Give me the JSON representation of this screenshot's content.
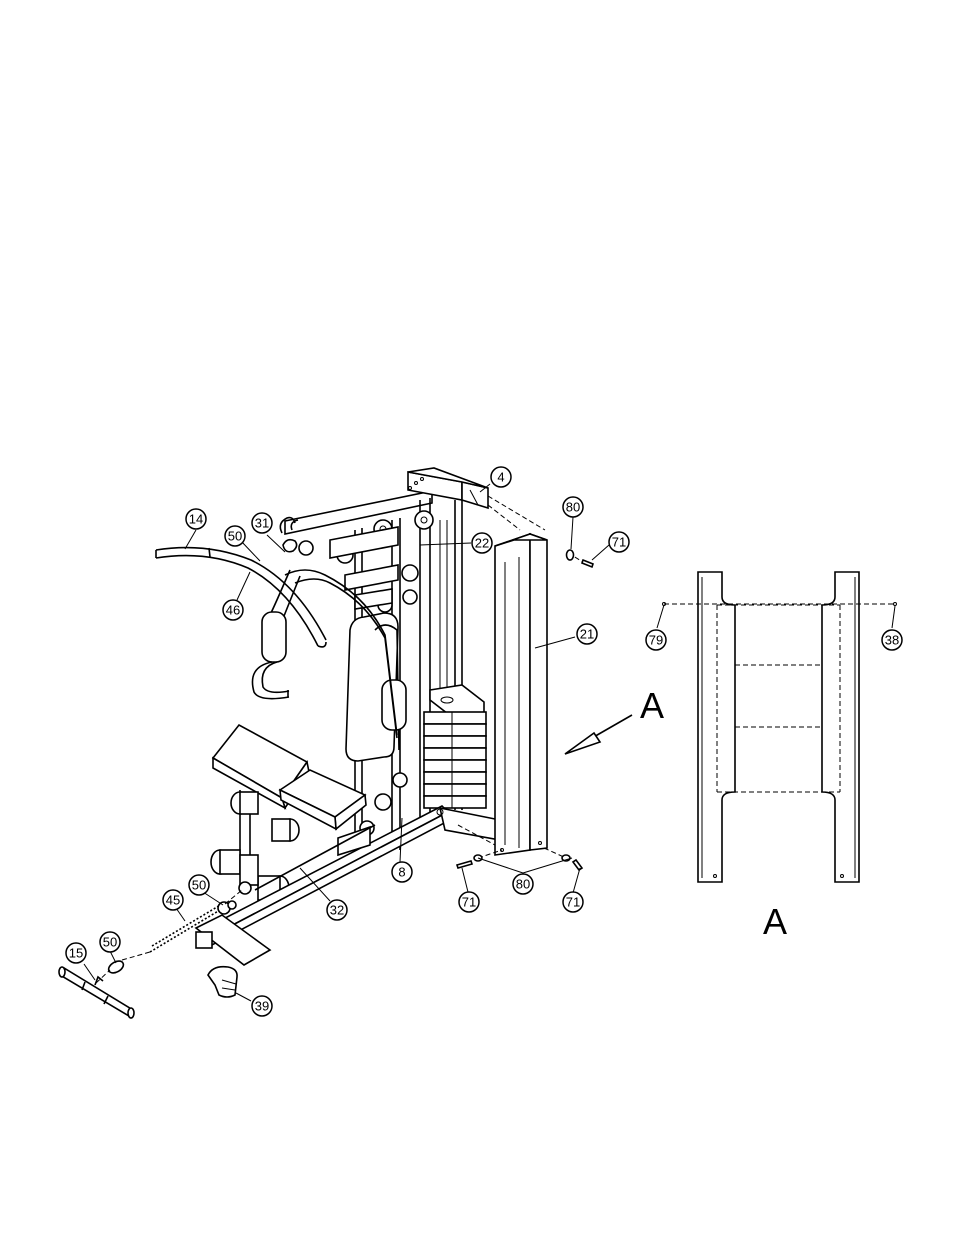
{
  "callouts": [
    {
      "id": "c4",
      "label": "4"
    },
    {
      "id": "c80a",
      "label": "80"
    },
    {
      "id": "c71a",
      "label": "71"
    },
    {
      "id": "c14",
      "label": "14"
    },
    {
      "id": "c31",
      "label": "31"
    },
    {
      "id": "c50a",
      "label": "50"
    },
    {
      "id": "c22",
      "label": "22"
    },
    {
      "id": "c46",
      "label": "46"
    },
    {
      "id": "c21",
      "label": "21"
    },
    {
      "id": "c79",
      "label": "79"
    },
    {
      "id": "c38",
      "label": "38"
    },
    {
      "id": "c8",
      "label": "8"
    },
    {
      "id": "c32",
      "label": "32"
    },
    {
      "id": "c50b",
      "label": "50"
    },
    {
      "id": "c45",
      "label": "45"
    },
    {
      "id": "c71b",
      "label": "71"
    },
    {
      "id": "c80b",
      "label": "80"
    },
    {
      "id": "c71c",
      "label": "71"
    },
    {
      "id": "c15",
      "label": "15"
    },
    {
      "id": "c50c",
      "label": "50"
    },
    {
      "id": "c39",
      "label": "39"
    }
  ],
  "view_labels": {
    "arrow_label": "A",
    "detail_label": "A"
  }
}
